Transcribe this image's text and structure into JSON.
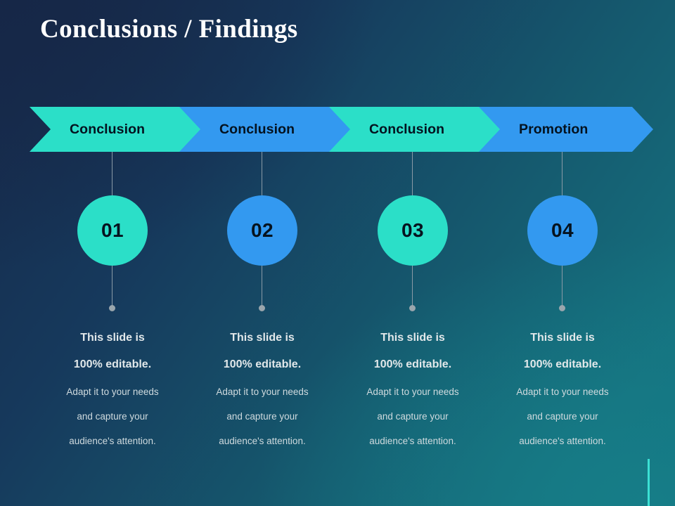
{
  "slide": {
    "title": "Conclusions / Findings",
    "accent_colors": {
      "green": "#2BDFC8",
      "blue": "#3399F0",
      "accent_bar": "#3CE0D4",
      "connector": "#8A9AA6",
      "background_dark": "#17294A",
      "background_teal": "#127180"
    }
  },
  "steps": [
    {
      "chevron_label": "Conclusion",
      "number": "01",
      "color": "#2BDFC8",
      "heading_line1": "This slide is",
      "heading_line2": "100% editable.",
      "body_line1": "Adapt it to your needs",
      "body_line2": "and capture your",
      "body_line3": "audience's attention."
    },
    {
      "chevron_label": "Conclusion",
      "number": "02",
      "color": "#3399F0",
      "heading_line1": "This slide is",
      "heading_line2": "100% editable.",
      "body_line1": "Adapt it to your needs",
      "body_line2": "and capture your",
      "body_line3": "audience's attention."
    },
    {
      "chevron_label": "Conclusion",
      "number": "03",
      "color": "#2BDFC8",
      "heading_line1": "This slide is",
      "heading_line2": "100% editable.",
      "body_line1": "Adapt it to your needs",
      "body_line2": "and capture your",
      "body_line3": "audience's attention."
    },
    {
      "chevron_label": "Promotion",
      "number": "04",
      "color": "#3399F0",
      "heading_line1": "This slide is",
      "heading_line2": "100% editable.",
      "body_line1": "Adapt it to your needs",
      "body_line2": "and capture your",
      "body_line3": "audience's attention."
    }
  ]
}
